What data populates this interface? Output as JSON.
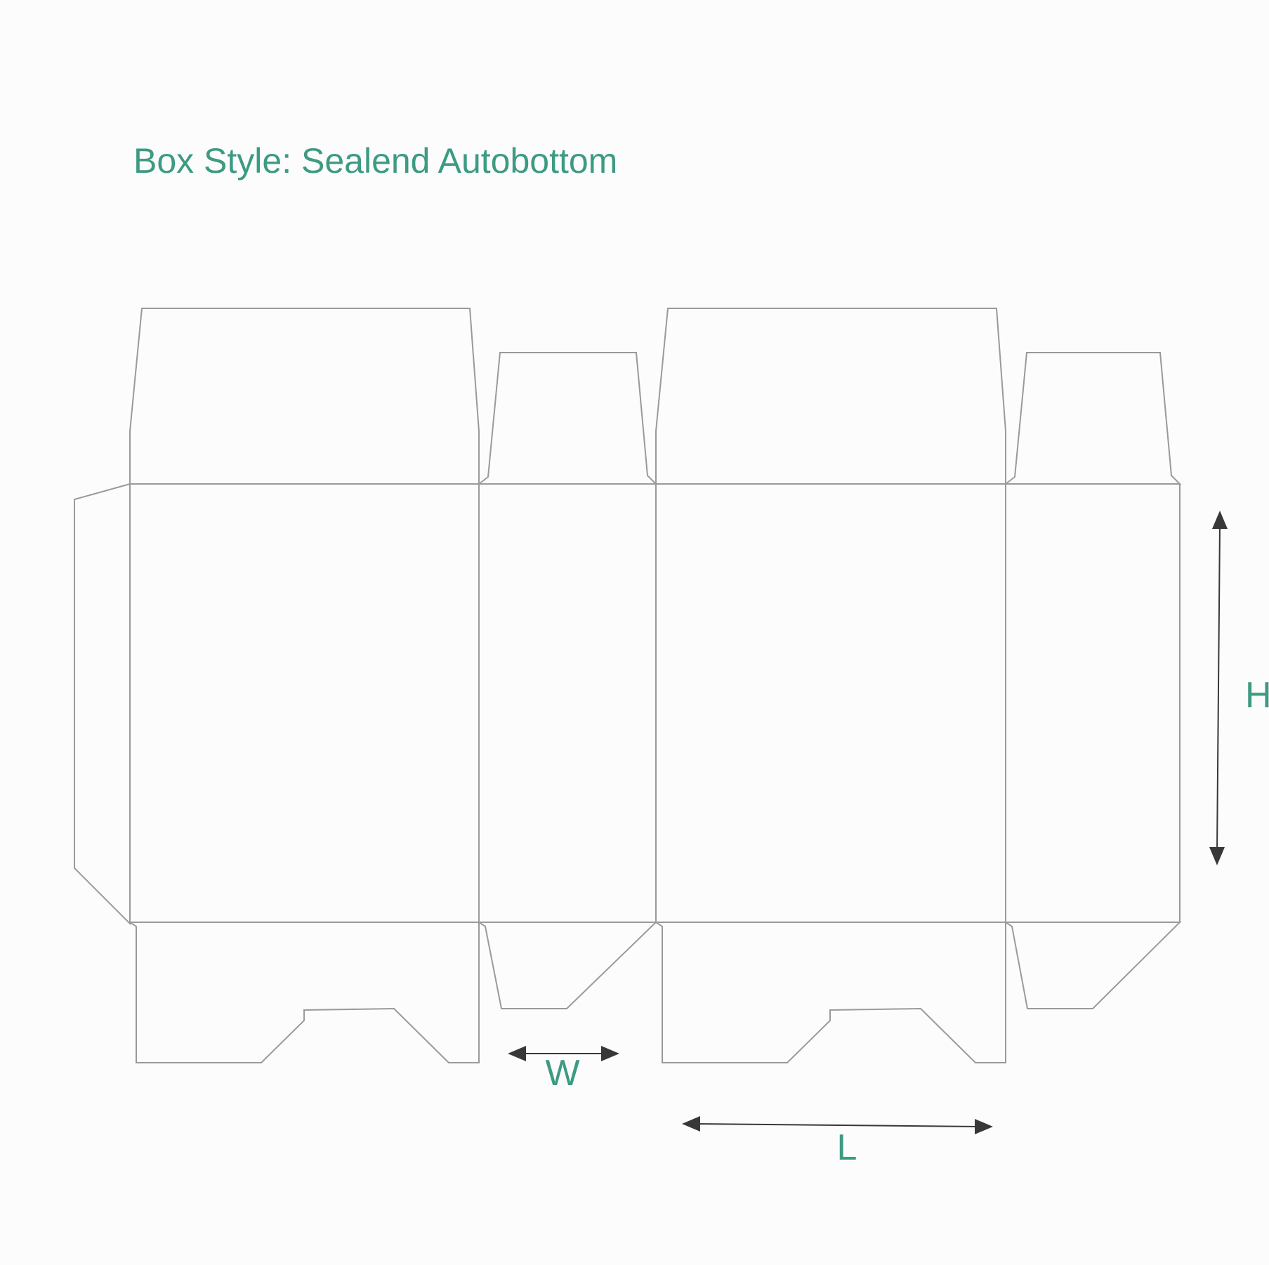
{
  "title": "Box Style: Sealend Autobottom",
  "dimensions": {
    "width_label": "W",
    "length_label": "L",
    "height_label": "H"
  },
  "colors": {
    "accent": "#3d9a83",
    "outline": "#9a9a9a",
    "arrow": "#383838",
    "background": "#fcfcfc"
  }
}
